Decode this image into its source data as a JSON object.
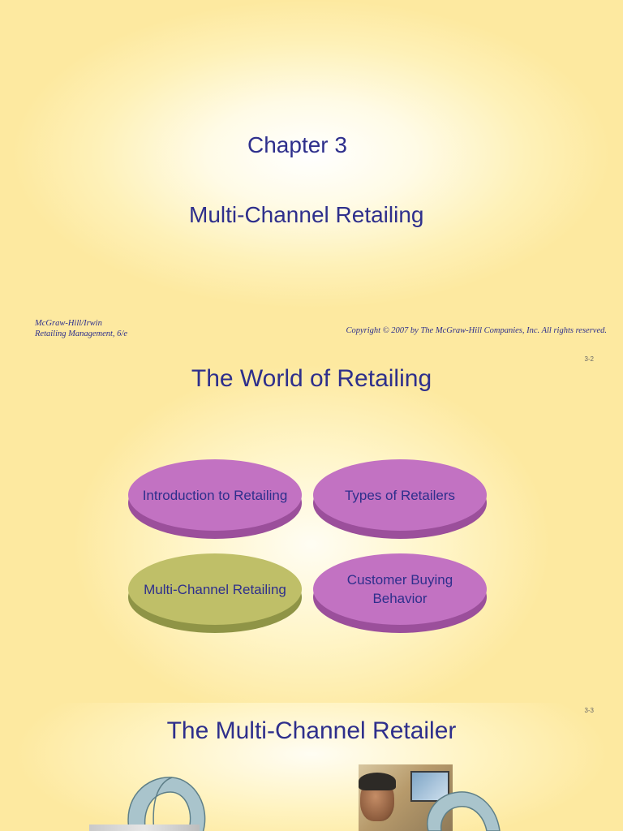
{
  "slide1": {
    "chapter": "Chapter 3",
    "title": "Multi-Channel Retailing",
    "footer_publisher": "McGraw-Hill/Irwin",
    "footer_book": "Retailing Management, 6/e",
    "copyright": "Copyright © 2007 by The McGraw-Hill Companies, Inc. All rights reserved."
  },
  "slide2": {
    "number": "3-2",
    "title": "The World of Retailing",
    "ovals": [
      {
        "label": "Introduction to Retailing",
        "color": "#c272c2"
      },
      {
        "label": "Types of Retailers",
        "color": "#c272c2"
      },
      {
        "label": "Multi-Channel Retailing",
        "color": "#bfbf68"
      },
      {
        "label": "Customer Buying Behavior",
        "color": "#c272c2"
      }
    ]
  },
  "slide3": {
    "number": "3-3",
    "title": "The Multi-Channel Retailer"
  },
  "colors": {
    "background": "#fde9a0",
    "title_text": "#2e2f8c",
    "highlight_oval": "#bfbf68",
    "oval": "#c272c2"
  }
}
